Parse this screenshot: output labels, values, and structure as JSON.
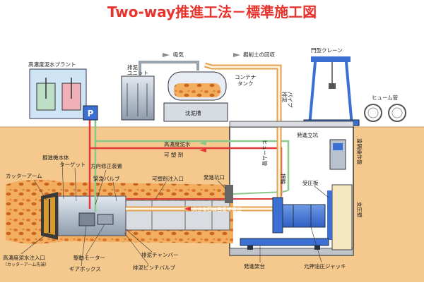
{
  "title": "Two-way推進工法－標準施工図",
  "labels": {
    "plant": "高濃度泥水プラント",
    "unit": "排泥\nユニット",
    "exhaust": "吸気",
    "recovery": "掘削土の回収",
    "container": "コンテナ\nタンク",
    "tank": "沈泥槽",
    "crane": "門型クレーン",
    "pipe_hume": "ヒューム管",
    "discharge_pipe": "排泥\nパイプ",
    "mud_water": "高濃度泥水",
    "plastic": "可 塑 剤",
    "shaft": "発進立坑",
    "remote": "遠隔操作盤",
    "hume_pipe_v": "ヒューム管",
    "push_rod": "押輪",
    "pressure_plate": "受圧板",
    "support_wall": "支圧壁",
    "body": "掘進機本体",
    "target": "ターゲット",
    "direction": "方向修正装置",
    "cutter_arm": "カッターアーム",
    "emergency_valve": "緊急バルブ",
    "plastic_inlet": "可塑剤注入口",
    "launch_port": "発進坑口",
    "stones": "大きな石は自重で搬出",
    "inlet": "高濃度泥水注入口",
    "inlet_sub": "（カッターアーム先端）",
    "drive_motor": "駆動モーター",
    "gearbox": "ギアボックス",
    "chamber": "排泥チャンバー",
    "pinch_valve": "排泥ピンチバルブ",
    "platform": "発進架台",
    "jack": "元押油圧ジャッキ",
    "p_box": "P"
  },
  "colors": {
    "title": "#e8322c",
    "soil": "#f5c98e",
    "sky": "#ffffff",
    "red_pipe": "#e23a3a",
    "green_pipe": "#8bc98b",
    "blue": "#3b6fd4",
    "machine": "#c8d2dc"
  }
}
